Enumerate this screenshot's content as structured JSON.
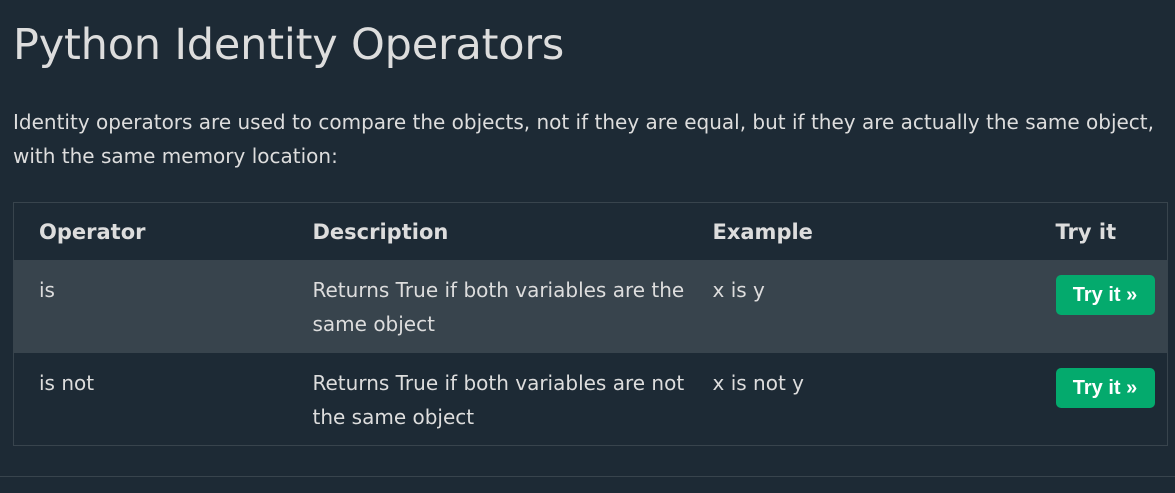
{
  "title": "Python Identity Operators",
  "intro": "Identity operators are used to compare the objects, not if they are equal, but if they are actually the same object, with the same memory location:",
  "table": {
    "headers": [
      "Operator",
      "Description",
      "Example",
      "Try it"
    ],
    "rows": [
      {
        "operator": "is",
        "description": "Returns True if both variables are the same object",
        "example": "x is y",
        "button": "Try it »"
      },
      {
        "operator": "is not",
        "description": "Returns True if both variables are not the same object",
        "example": "x is not y",
        "button": "Try it »"
      }
    ]
  },
  "colors": {
    "background": "#1d2a35",
    "row_alt": "#38444d",
    "button": "#04aa6d",
    "text": "#dddddd"
  }
}
